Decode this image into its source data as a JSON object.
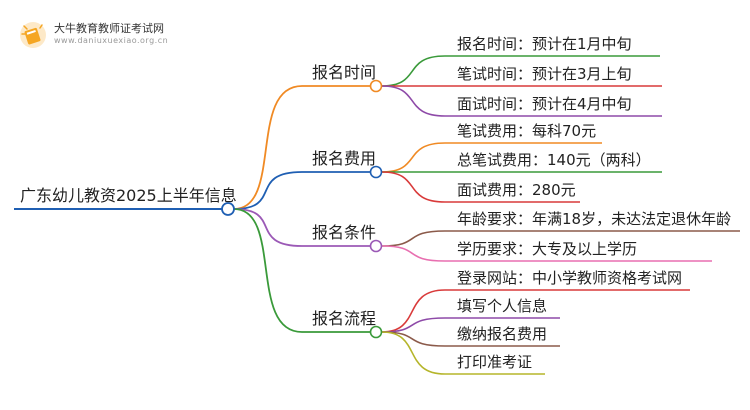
{
  "header": {
    "logo_title": "大牛教育教师证考试网",
    "logo_url": "www.daniuxuexiao.org.cn"
  },
  "root": {
    "label": "广东幼儿教资2025上半年信息",
    "color": "#1f5fb3"
  },
  "branches": [
    {
      "label": "报名时间",
      "color": "#f08a24",
      "children": [
        {
          "label": "报名时间：预计在1月中旬",
          "color": "#3a9a3a"
        },
        {
          "label": "笔试时间：预计在3月上旬",
          "color": "#d93a3a"
        },
        {
          "label": "面试时间：预计在4月中旬",
          "color": "#8e4aa8"
        }
      ]
    },
    {
      "label": "报名费用",
      "color": "#1f5fb3",
      "children": [
        {
          "label": "笔试费用：每科70元",
          "color": "#f08a24"
        },
        {
          "label": "总笔试费用：140元（两科）",
          "color": "#3a9a3a"
        },
        {
          "label": "面试费用：280元",
          "color": "#d93a3a"
        }
      ]
    },
    {
      "label": "报名条件",
      "color": "#9b59b6",
      "children": [
        {
          "label": "年龄要求：年满18岁，未达法定退休年龄",
          "color": "#8b5a4a"
        },
        {
          "label": "学历要求：大专及以上学历",
          "color": "#e86fb0"
        }
      ]
    },
    {
      "label": "报名流程",
      "color": "#3a9a3a",
      "children": [
        {
          "label": "登录网站：中小学教师资格考试网",
          "color": "#d93a3a"
        },
        {
          "label": "填写个人信息",
          "color": "#8e4aa8"
        },
        {
          "label": "缴纳报名费用",
          "color": "#8b5a4a"
        },
        {
          "label": "打印准考证",
          "color": "#b5b52a"
        }
      ]
    }
  ]
}
